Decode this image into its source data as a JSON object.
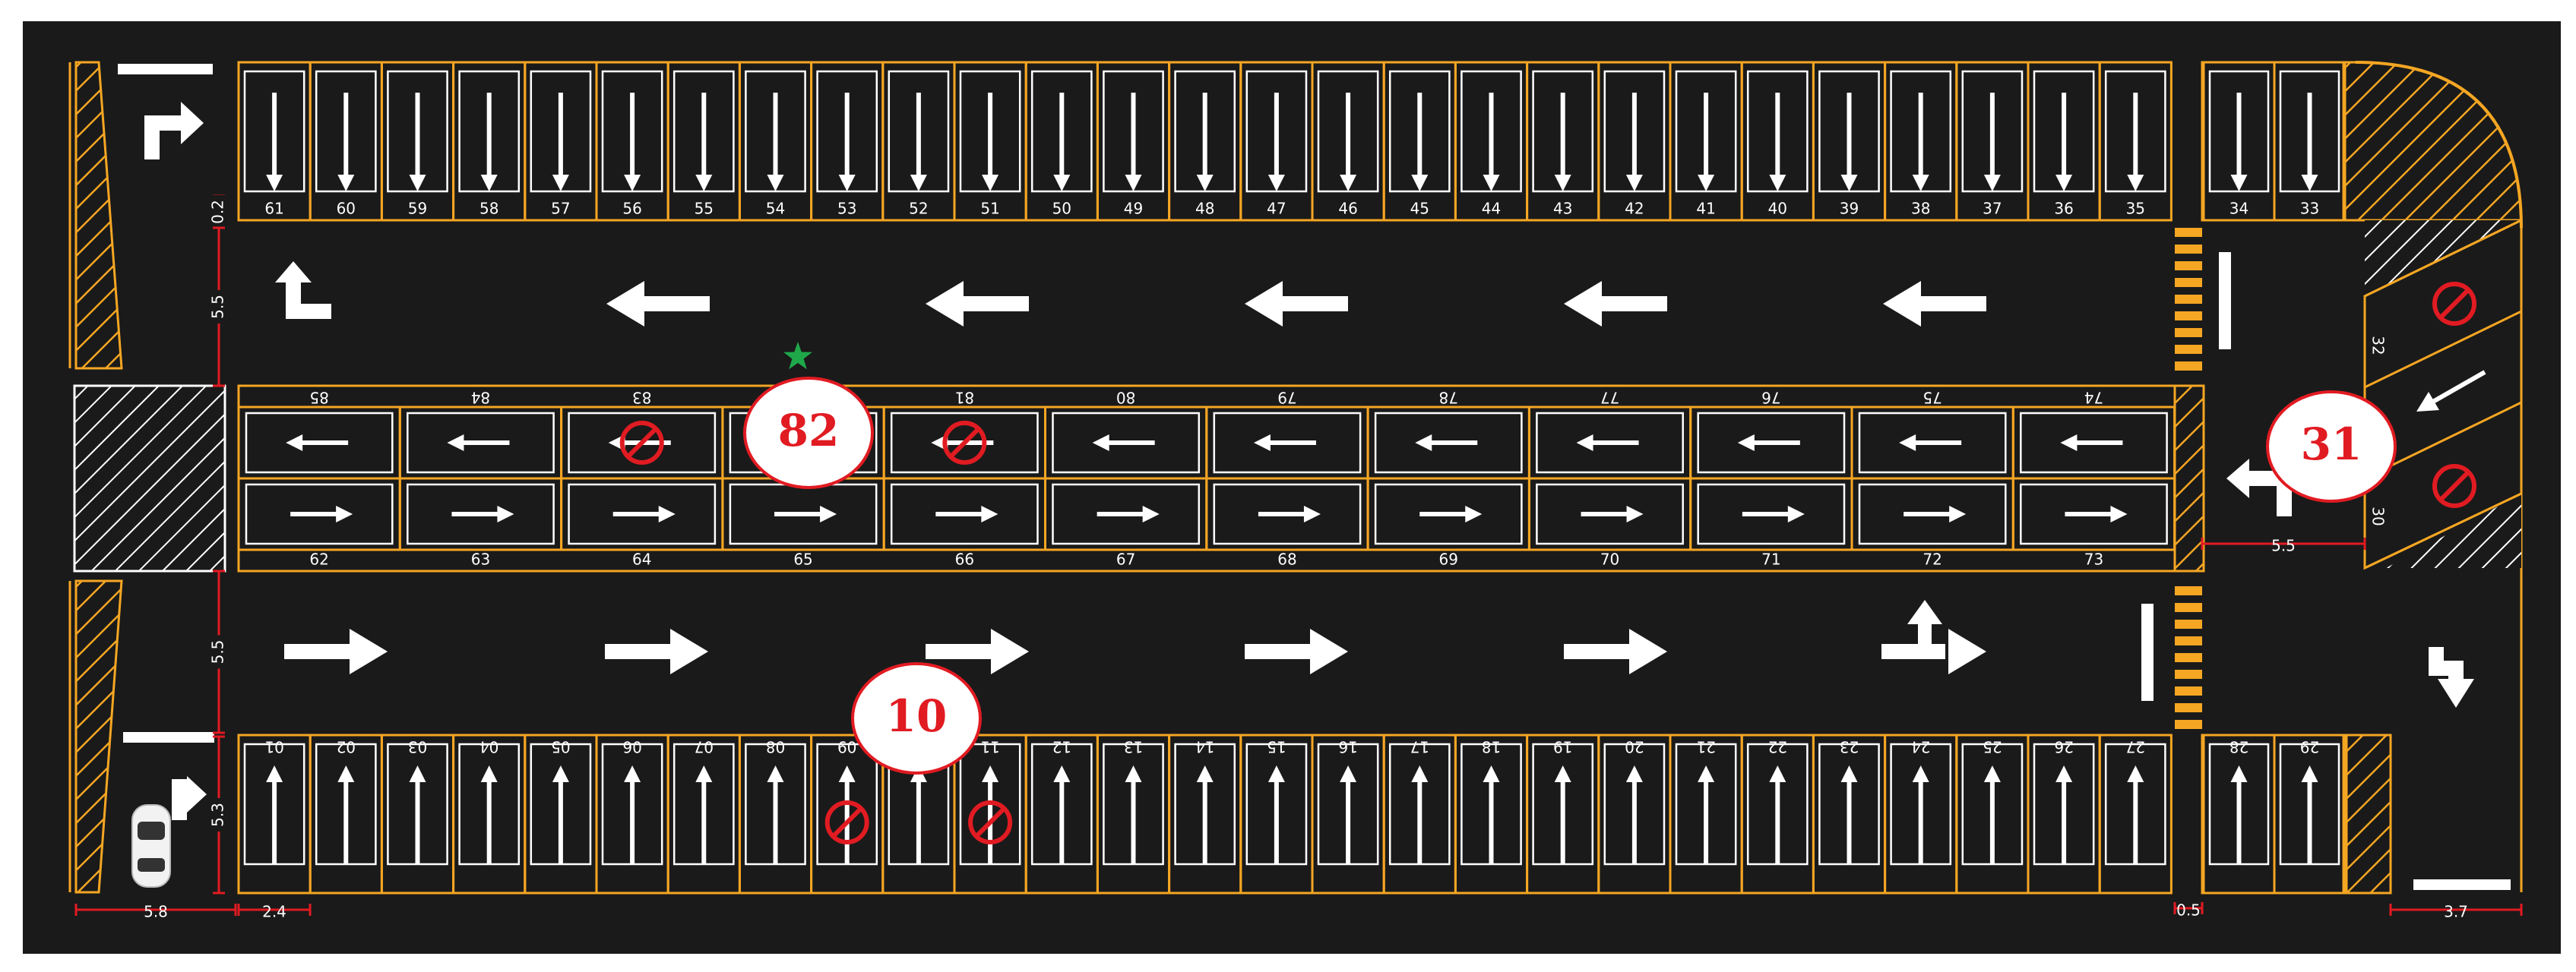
{
  "colors": {
    "ground": "#1a1a1a",
    "lines": "#f5a623",
    "marking": "#ffffff",
    "no_parking": "#e11b22",
    "callout_border": "#e11b22",
    "callout_text": "#e11b22",
    "star": "#1fa84a",
    "dimension": "#e11b22"
  },
  "rows": {
    "top": [
      "61",
      "60",
      "59",
      "58",
      "57",
      "56",
      "55",
      "54",
      "53",
      "52",
      "51",
      "50",
      "49",
      "48",
      "47",
      "46",
      "45",
      "44",
      "43",
      "42",
      "41",
      "40",
      "39",
      "38",
      "37",
      "36",
      "35"
    ],
    "top_right": [
      "34",
      "33"
    ],
    "middle_upper": [
      "85",
      "84",
      "83",
      "82",
      "81",
      "80",
      "79",
      "78",
      "77",
      "76",
      "75",
      "74"
    ],
    "middle_lower": [
      "62",
      "63",
      "64",
      "65",
      "66",
      "67",
      "68",
      "69",
      "70",
      "71",
      "72",
      "73"
    ],
    "bottom": [
      "01",
      "02",
      "03",
      "04",
      "05",
      "06",
      "07",
      "08",
      "09",
      "10",
      "11",
      "12",
      "13",
      "14",
      "15",
      "16",
      "17",
      "18",
      "19",
      "20",
      "21",
      "22",
      "23",
      "24",
      "25",
      "26",
      "27"
    ],
    "bottom_right": [
      "28",
      "29"
    ],
    "diagonal": [
      "32",
      "30"
    ]
  },
  "no_parking_spaces": [
    "83",
    "81",
    "09",
    "11",
    "32",
    "30"
  ],
  "callouts": [
    "82",
    "31",
    "10"
  ],
  "star_marker_space": "82",
  "dimensions": {
    "top_gap": "0.2",
    "upper_lane": "5.5",
    "lower_lane": "5.5",
    "space_depth": "5.3",
    "left_width": "5.8",
    "space_width": "2.4",
    "right_lane": "5.5",
    "divider": "0.5",
    "exit_width": "3.7"
  },
  "icons": [
    "arrow-left-icon",
    "arrow-right-icon",
    "arrow-up-icon",
    "arrow-down-icon",
    "turn-right-icon",
    "turn-left-icon",
    "u-turn-icon",
    "no-parking-icon",
    "car-icon",
    "star-icon"
  ]
}
